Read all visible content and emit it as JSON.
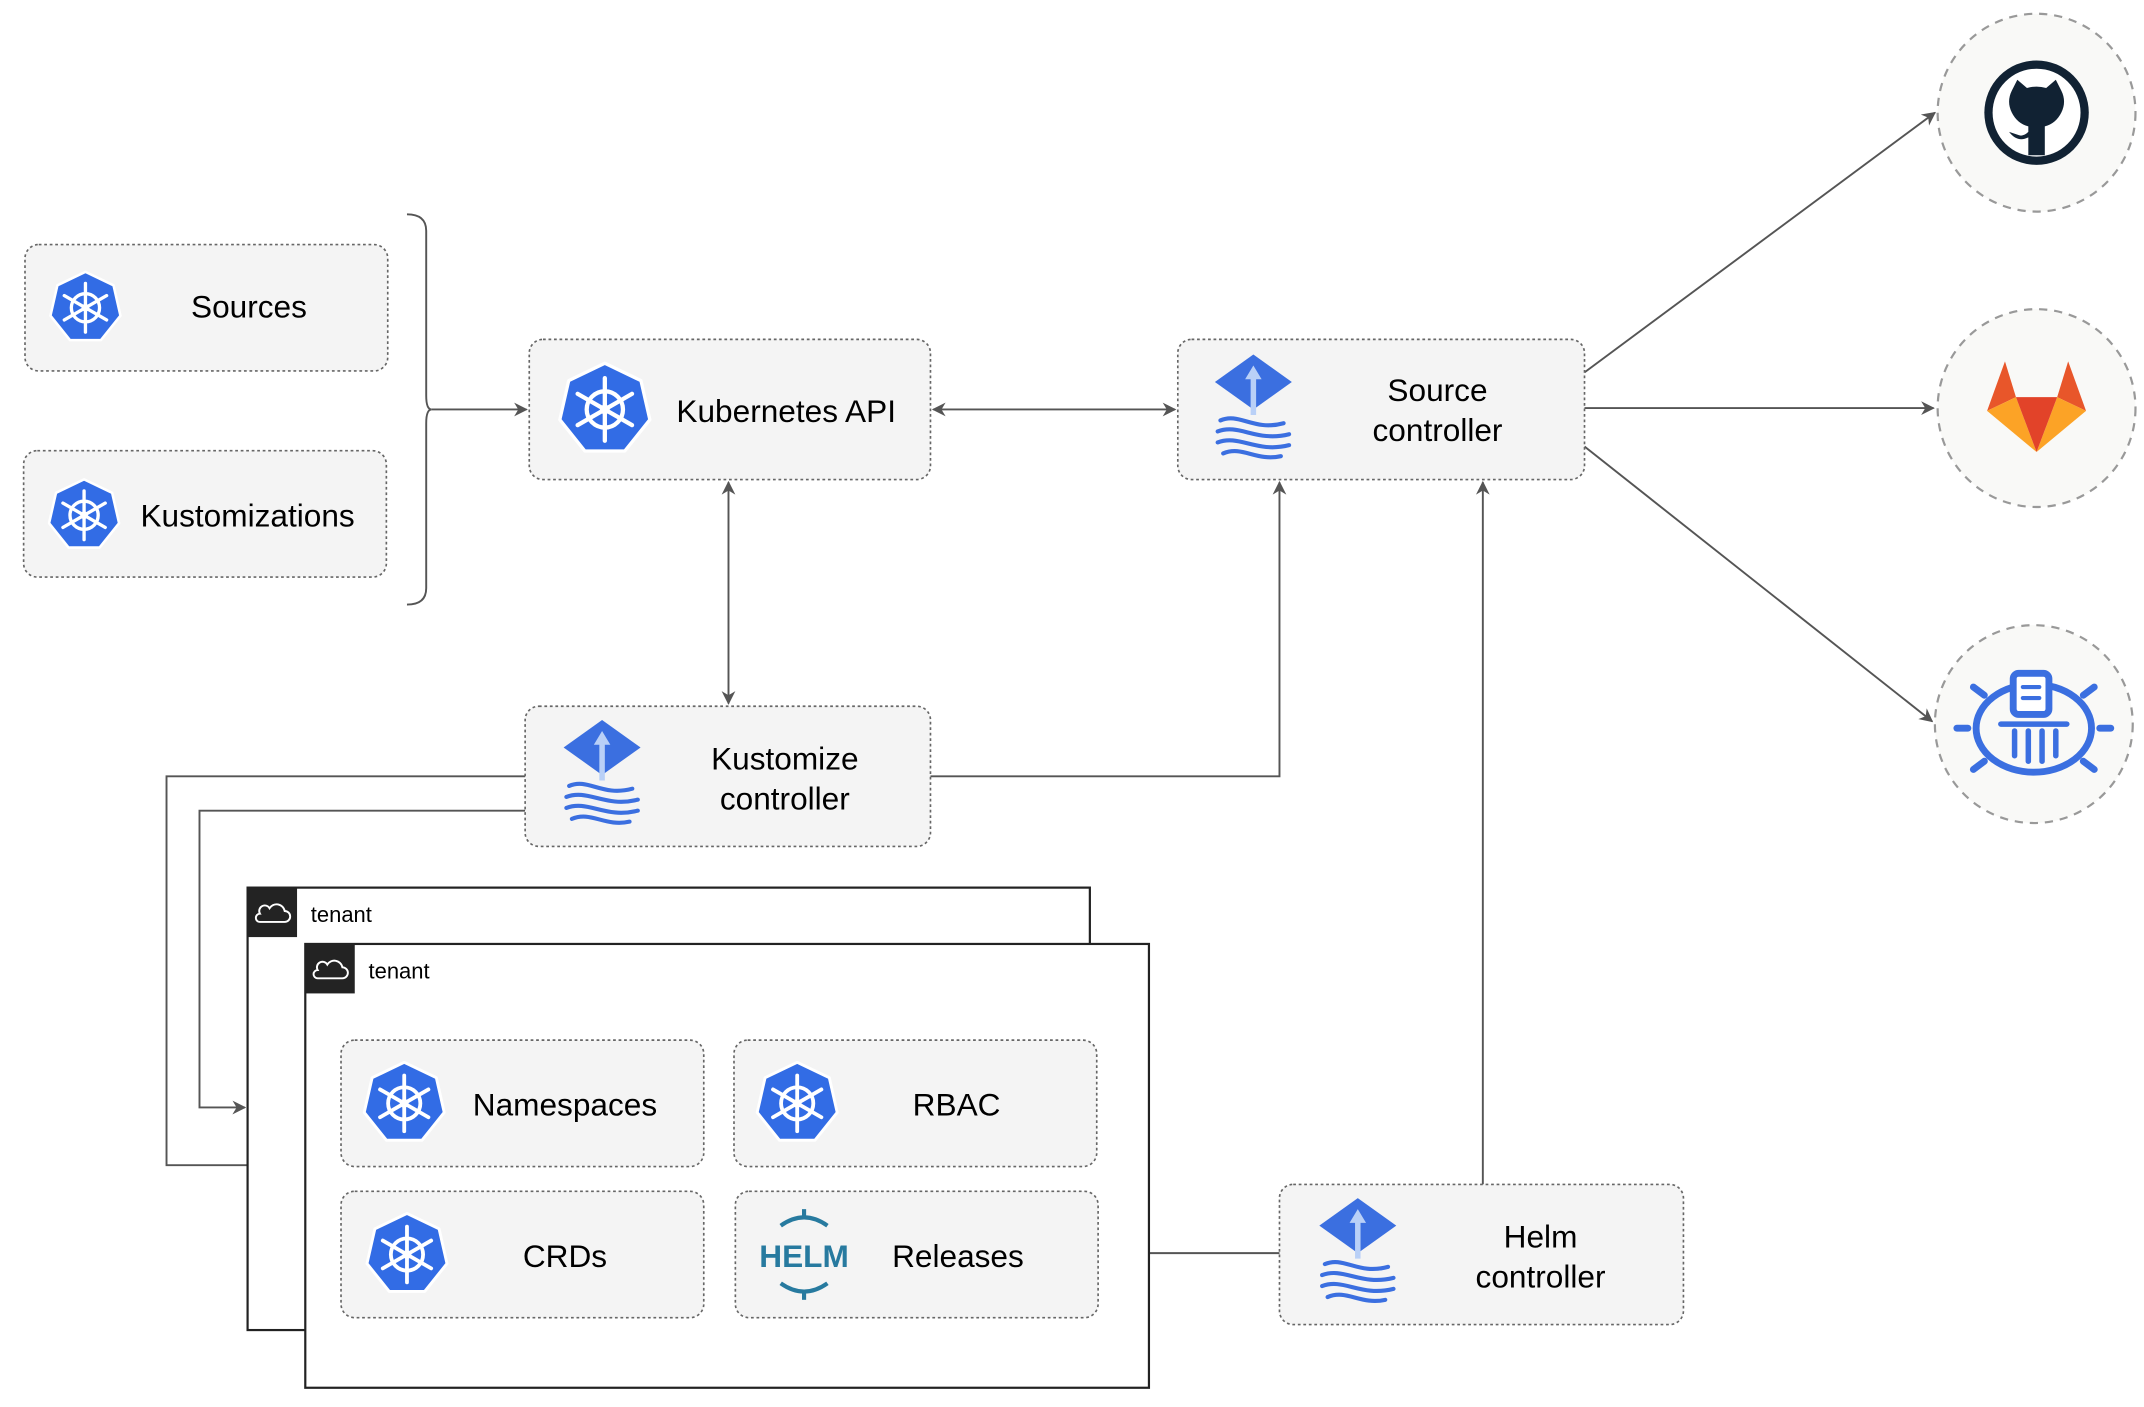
{
  "diagram": {
    "inputs": {
      "sources": "Sources",
      "kustomizations": "Kustomizations"
    },
    "kubernetes_api": "Kubernetes API",
    "source_controller": {
      "line1": "Source",
      "line2": "controller"
    },
    "kustomize_controller": {
      "line1": "Kustomize",
      "line2": "controller"
    },
    "helm_controller": {
      "line1": "Helm",
      "line2": "controller"
    },
    "tenants": [
      {
        "label": "tenant"
      },
      {
        "label": "tenant"
      }
    ],
    "tenant_resources": {
      "namespaces": "Namespaces",
      "rbac": "RBAC",
      "crds": "CRDs",
      "releases": "Releases"
    },
    "helm_logo_text": "HELM",
    "external_sources": [
      "github-icon",
      "gitlab-icon",
      "helm-repository-icon"
    ],
    "colors": {
      "kubernetes_blue": "#326CE5",
      "flux_blue": "#3B6FE0",
      "github_dark": "#112233",
      "gitlab_orange": "#E8562A",
      "gitlab_yellow": "#FCA326",
      "helm_blue": "#277A9F",
      "tenant_header": "#232323"
    }
  }
}
